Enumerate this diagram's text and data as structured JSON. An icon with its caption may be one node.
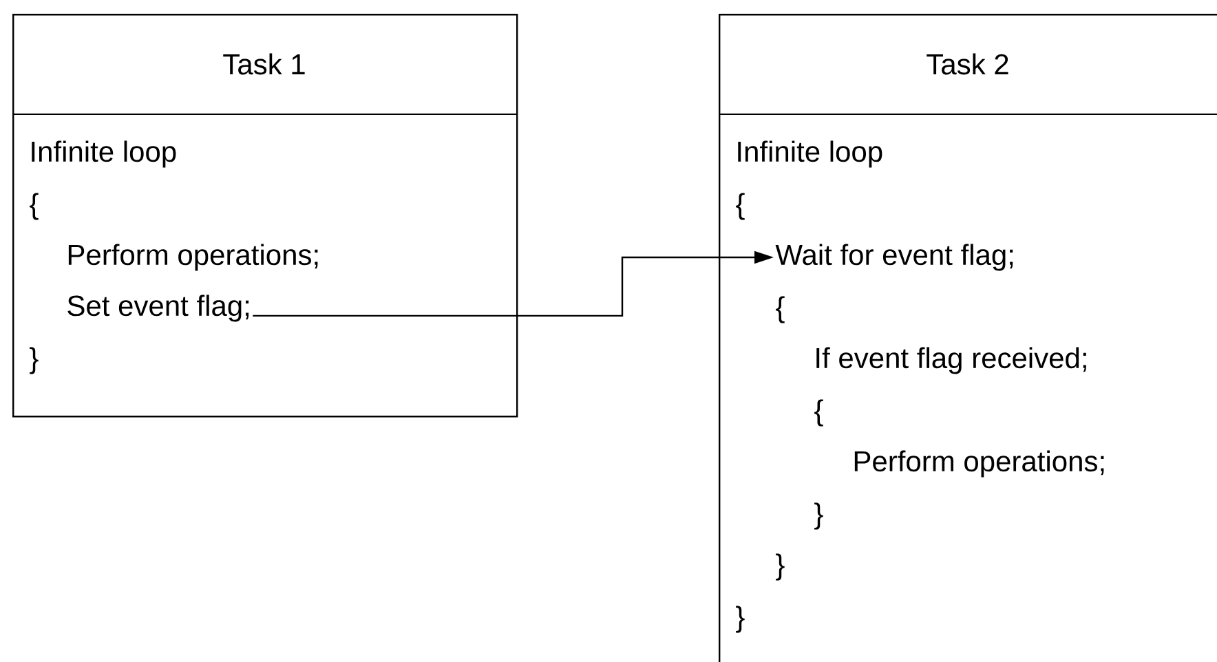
{
  "diagram": {
    "nodes": [
      {
        "text": [
          "Task 1"
        ]
      },
      {
        "text": [
          "Infinite loop"
        ],
        "in": 0
      },
      {
        "text": [
          "{"
        ],
        "in": 0
      },
      {
        "text": [
          "Perform operations;"
        ],
        "in": 0
      },
      {
        "text": [
          "Set event flag;"
        ],
        "in": 0
      },
      {
        "text": [
          "}"
        ],
        "in": 0
      },
      {
        "text": [
          "Task 2"
        ]
      },
      {
        "text": [
          "Infinite loop"
        ],
        "in": 6
      },
      {
        "text": [
          "{"
        ],
        "in": 6
      },
      {
        "text": [
          "Wait for event flag;"
        ],
        "in": 6
      },
      {
        "text": [
          "{"
        ],
        "in": 6
      },
      {
        "text": [
          "If event flag received;"
        ],
        "in": 6
      },
      {
        "text": [
          "{"
        ],
        "in": 6
      },
      {
        "text": [
          "Perform operations;"
        ],
        "in": 6
      },
      {
        "text": [
          "}"
        ],
        "in": 6
      },
      {
        "text": [
          "}"
        ],
        "in": 6
      },
      {
        "text": [
          "}"
        ],
        "in": 6
      }
    ],
    "edges": [
      {
        "from": 4,
        "to": 9,
        "arrow": "to"
      }
    ]
  }
}
